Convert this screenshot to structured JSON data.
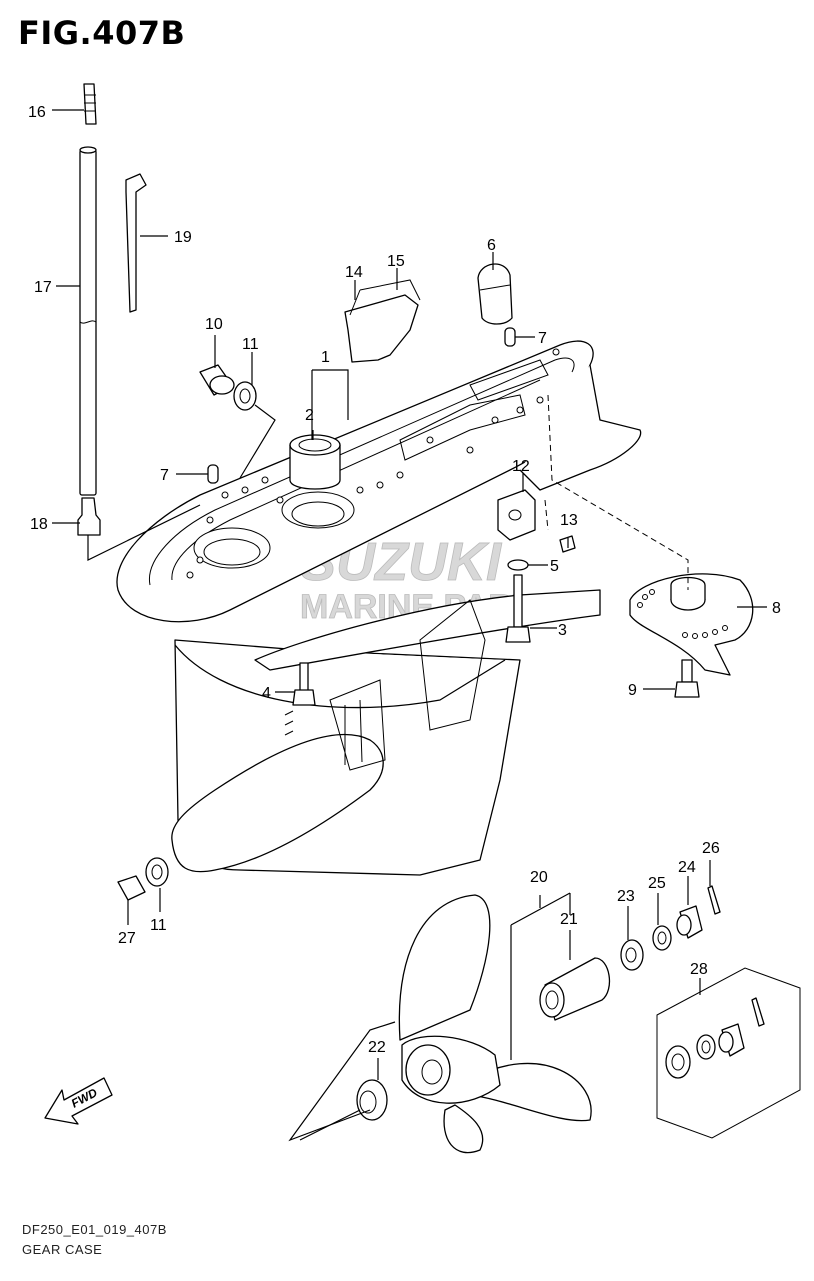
{
  "figure": {
    "title": "FIG.407B",
    "code": "DF250_E01_019_407B",
    "caption": "GEAR CASE"
  },
  "watermark": {
    "line1": "SUZUKI",
    "line2": "MARINE PARTS"
  },
  "fwd_label": "FWD",
  "callouts": {
    "c1": "1",
    "c2": "2",
    "c3": "3",
    "c4": "4",
    "c5": "5",
    "c6": "6",
    "c7a": "7",
    "c7b": "7",
    "c8": "8",
    "c9": "9",
    "c10": "10",
    "c11a": "11",
    "c11b": "11",
    "c12": "12",
    "c13": "13",
    "c14": "14",
    "c15": "15",
    "c16": "16",
    "c17": "17",
    "c18": "18",
    "c19": "19",
    "c20": "20",
    "c21": "21",
    "c22": "22",
    "c23": "23",
    "c24": "24",
    "c25": "25",
    "c26": "26",
    "c27": "27",
    "c28": "28"
  }
}
